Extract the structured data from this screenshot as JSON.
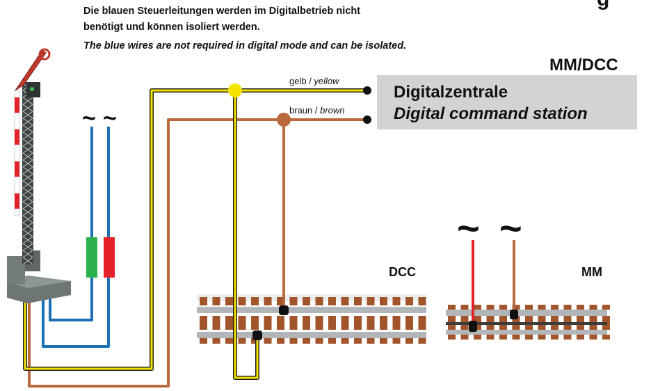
{
  "page_marker": "g",
  "notes": {
    "de_line1": "Die blauen Steuerleitungen werden im Digitalbetrieb nicht",
    "de_line2": "benötigt und können isoliert werden.",
    "en": "The blue wires are not required in digital mode and can be isolated."
  },
  "mode_label": "MM/DCC",
  "station": {
    "title_de": "Digitalzentrale",
    "title_en": "Digital command station"
  },
  "wires": {
    "yellow": {
      "label_de": "gelb",
      "label_en": "yellow",
      "color": "#f5e400"
    },
    "brown": {
      "label_de": "braun",
      "label_en": "brown",
      "color": "#b8683a"
    },
    "blue": {
      "color": "#1a6fb6"
    },
    "red": {
      "color": "#e5222a"
    }
  },
  "tracks": {
    "dcc_label": "DCC",
    "mm_label": "MM"
  },
  "ac_symbol": "~",
  "colors": {
    "sleeper": "#a2542b",
    "rail": "#b3b6b9",
    "station_box": "#d1d3d5",
    "green_insulator": "#2bb24c",
    "red_insulator": "#e5222a"
  }
}
